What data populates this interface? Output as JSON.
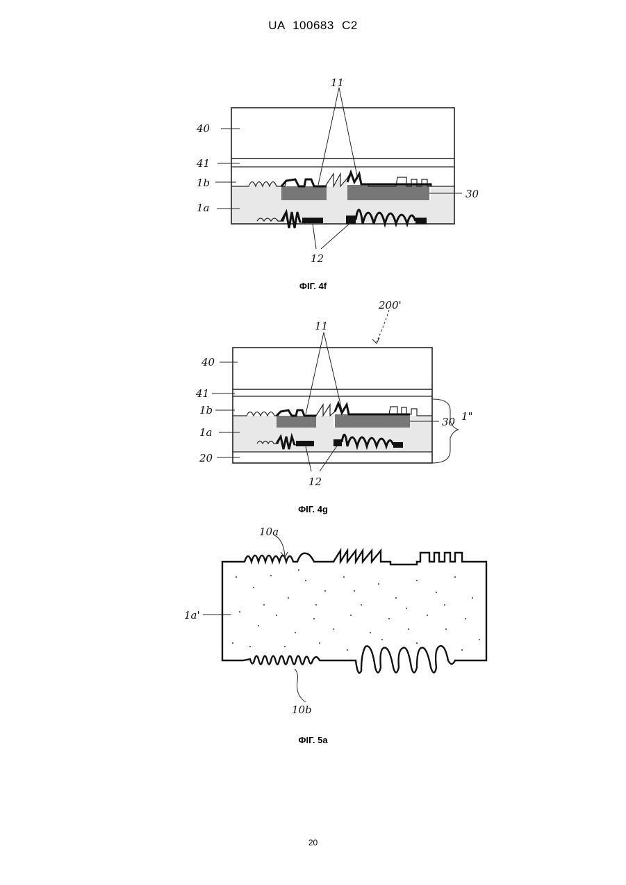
{
  "header": {
    "text": "UA   100683   C2"
  },
  "page_number": "20",
  "figures": [
    {
      "caption": "ФІГ. 4f",
      "labels": {
        "l40": "40",
        "l41": "41",
        "l1b": "1b",
        "l1a": "1a",
        "l11": "11",
        "l12": "12",
        "l30": "30"
      }
    },
    {
      "caption": "ФІГ. 4g",
      "labels": {
        "l200": "200'",
        "l40": "40",
        "l41": "41",
        "l1b": "1b",
        "l1a": "1a",
        "l20": "20",
        "l11": "11",
        "l12": "12",
        "l30": "30",
        "l1pp": "1\""
      }
    },
    {
      "caption": "ФІГ. 5a",
      "labels": {
        "l10a": "10a",
        "l1ap": "1a'",
        "l10b": "10b"
      }
    }
  ]
}
